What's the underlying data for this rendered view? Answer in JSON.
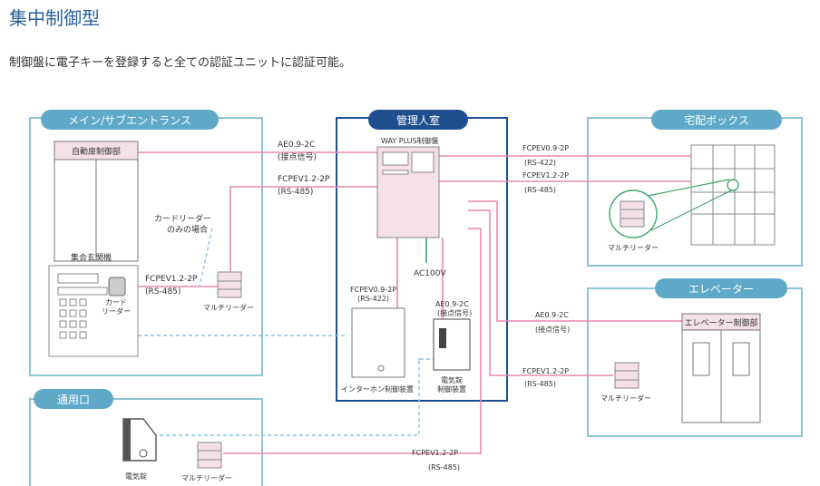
{
  "heading": "集中制御型",
  "description": "制御盤に電子キーを登録すると全ての認証ユニットに認証可能。",
  "colors": {
    "line": "#e889b3",
    "panel_border": "#8cc4d8",
    "center_border": "#1f4f8f",
    "green": "#3ca66a",
    "tag_fill": "#5ea9c8",
    "dashed": "#8cc4d8"
  },
  "areas": {
    "main_entrance": "メイン/サブエントランス",
    "control_room": "管理人室",
    "delivery_box": "宅配ボックス",
    "elevator": "エレベーター",
    "service_door": "通用口"
  },
  "devices": {
    "auto_door": "自動扉制御部",
    "card_reader_only": [
      "カードリーダー",
      "のみの場合"
    ],
    "entrance_unit": "集合玄関機",
    "card_reader": [
      "カード",
      "リーダー"
    ],
    "multi_reader_entrance": "マルチリーダー",
    "way_plus": "WAY PLUS制御盤",
    "ac100v": "AC100V",
    "intercom": "インターホン制御装置",
    "lock_ctrl": [
      "電気錠",
      "制御装置"
    ],
    "multi_reader_delivery": "マルチリーダー",
    "elevator_ctrl": "エレベーター制御部",
    "multi_reader_elevator": "マルチリーダー",
    "electric_lock": "電気錠",
    "multi_reader_service": "マルチリーダー"
  },
  "cables": {
    "auto_door": [
      "AE0.9-2C",
      "(接点信号)"
    ],
    "card_reader_multi": [
      "FCPEV1.2-2P",
      "(RS-485)"
    ],
    "entrance_reader": [
      "FCPEV1.2-2P",
      "(RS-485)"
    ],
    "intercom": [
      "FCPEV0.9-2P",
      "(RS-422)"
    ],
    "lock_ctrl": [
      "AE0.9-2C",
      "(接点信号)"
    ],
    "delivery_422": [
      "FCPEV0.9-2P",
      "(RS-422)"
    ],
    "delivery_485": [
      "FCPEV1.2-2P",
      "(RS-485)"
    ],
    "elevator_contact": [
      "AE0.9-2C",
      "(接点信号)"
    ],
    "elevator_485": [
      "FCPEV1.2-2P",
      "(RS-485)"
    ],
    "service_485": [
      "FCPEV1.2-2P",
      "(RS-485)"
    ]
  }
}
